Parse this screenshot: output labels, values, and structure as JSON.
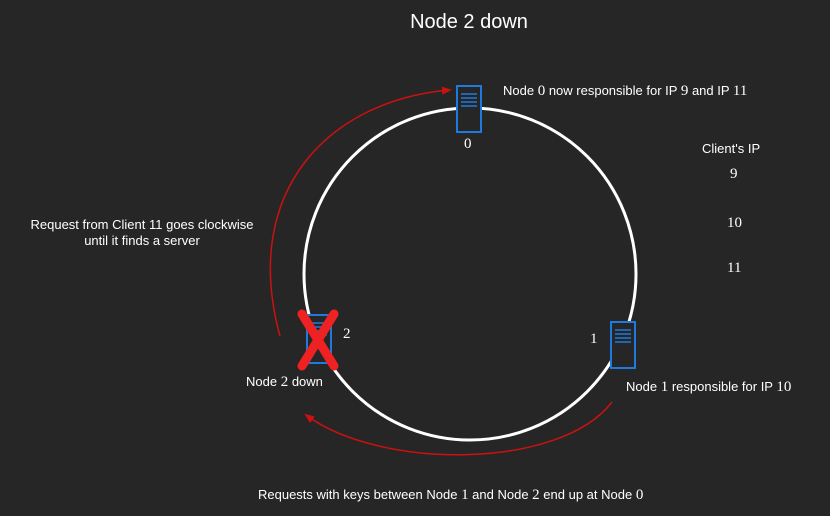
{
  "title": "Node 2 down",
  "nodes": [
    {
      "id": "0",
      "label": "0"
    },
    {
      "id": "1",
      "label": "1"
    },
    {
      "id": "2",
      "label": "2"
    }
  ],
  "annotations": {
    "node0": {
      "text_before": "Node ",
      "num1": "0",
      "text_mid": " now responsible for IP ",
      "num2": "9",
      "text_and": " and IP ",
      "num3": "11"
    },
    "node1": {
      "text_before": "Node ",
      "num1": "1",
      "text_mid": " responsible for IP ",
      "num2": "10"
    },
    "node2": {
      "text_before": "Node ",
      "num1": "2",
      "text_after": " down"
    },
    "request": {
      "line1": "Request from Client 11 goes clockwise",
      "line2": "until it finds a server"
    },
    "keys": {
      "text1": "Requests with keys between Node ",
      "num1": "1",
      "text2": " and Node ",
      "num2": "2",
      "text3": " end up at Node ",
      "num3": "0"
    }
  },
  "clients": {
    "header": "Client's IP",
    "ips": [
      "9",
      "10",
      "11"
    ]
  },
  "colors": {
    "background": "#262626",
    "ring": "#ffffff",
    "server": "#1f7ae0",
    "arrow": "#cc1111",
    "cross": "#ee2222"
  }
}
